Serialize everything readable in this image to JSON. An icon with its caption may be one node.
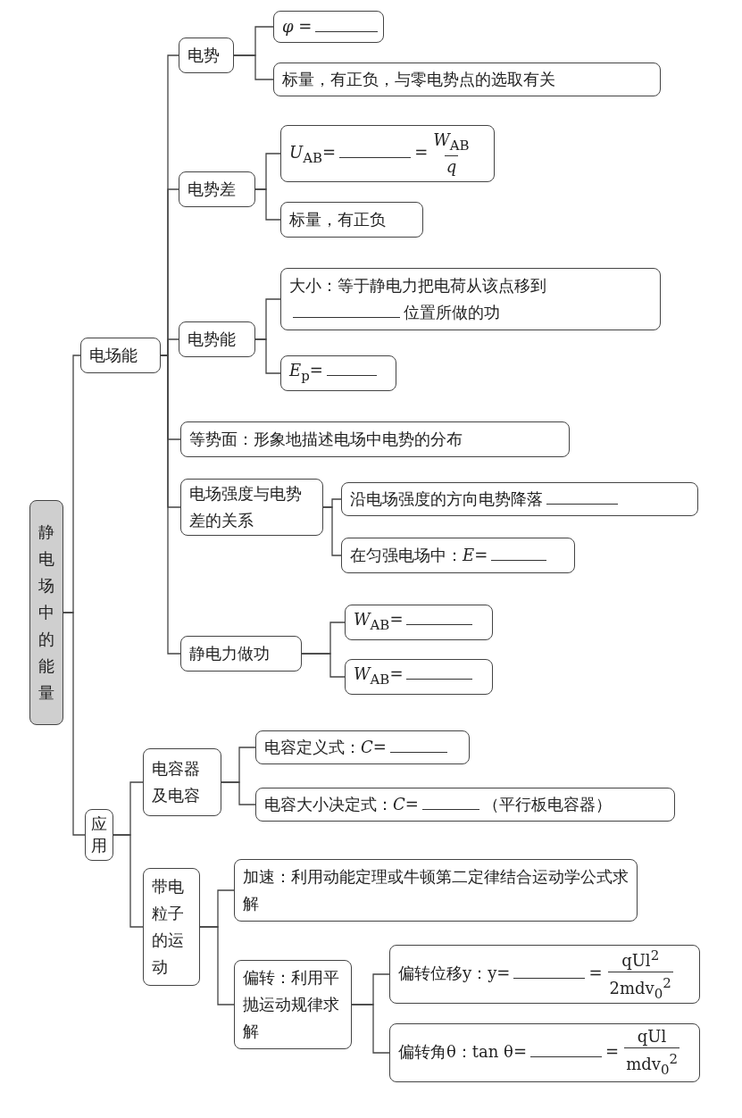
{
  "diagram": {
    "nodes": [
      {
        "text": [
          "静电场中的能量"
        ]
      },
      {
        "text": [
          "电场能"
        ]
      },
      {
        "text": [
          "电势"
        ]
      },
      {
        "text": [
          "*φ* ="
        ]
      },
      {
        "text": [
          "标量，有正负，与零电势点的选取有关"
        ]
      },
      {
        "text": [
          "电势差"
        ]
      },
      {
        "text": [
          "*U*$_{AB}$=",
          "=",
          "*W*$_{AB}$",
          "*q*"
        ]
      },
      {
        "text": [
          "标量，有正负"
        ]
      },
      {
        "text": [
          "电势能"
        ]
      },
      {
        "text": [
          "大小：等于静电力把电荷从该点移到",
          "位置所做的功"
        ]
      },
      {
        "text": [
          "*E*$_{p}$="
        ]
      },
      {
        "text": [
          "等势面：形象地描述电场中电势的分布"
        ]
      },
      {
        "text": [
          "电场强度与电势差的关系"
        ]
      },
      {
        "text": [
          "沿电场强度的方向电势降落"
        ]
      },
      {
        "text": [
          "在匀强电场中：*E*="
        ]
      },
      {
        "text": [
          "静电力做功"
        ]
      },
      {
        "text": [
          "*W*$_{AB}$="
        ]
      },
      {
        "text": [
          "*W*$_{AB}$="
        ]
      },
      {
        "text": [
          "应用"
        ]
      },
      {
        "text": [
          "电容器及电容"
        ]
      },
      {
        "text": [
          "电容定义式：*C*="
        ]
      },
      {
        "text": [
          "电容大小决定式：*C*=",
          "（平行板电容器）"
        ]
      },
      {
        "text": [
          "带电粒子的运动"
        ]
      },
      {
        "text": [
          "加速：利用动能定理或牛顿第二定律结合运动学公式求解"
        ]
      },
      {
        "text": [
          "偏转：利用平抛运动规律求解"
        ]
      },
      {
        "text": [
          "偏转位移y：y=",
          "=",
          "qUl$^{2}$",
          "2mdv$_{0}$$^{2}$"
        ]
      },
      {
        "text": [
          "偏转角θ：tan θ=",
          "=",
          "qUl",
          "mdv$_{0}$$^{2}$"
        ]
      }
    ],
    "edges": [
      {
        "from": 0,
        "to": 1,
        "arrow": "none"
      },
      {
        "from": 0,
        "to": 18,
        "arrow": "none"
      },
      {
        "from": 1,
        "to": 2,
        "arrow": "none"
      },
      {
        "from": 1,
        "to": 5,
        "arrow": "none"
      },
      {
        "from": 1,
        "to": 8,
        "arrow": "none"
      },
      {
        "from": 1,
        "to": 11,
        "arrow": "none"
      },
      {
        "from": 1,
        "to": 12,
        "arrow": "none"
      },
      {
        "from": 1,
        "to": 15,
        "arrow": "none"
      },
      {
        "from": 2,
        "to": 3,
        "arrow": "none"
      },
      {
        "from": 2,
        "to": 4,
        "arrow": "none"
      },
      {
        "from": 5,
        "to": 6,
        "arrow": "none"
      },
      {
        "from": 5,
        "to": 7,
        "arrow": "none"
      },
      {
        "from": 8,
        "to": 9,
        "arrow": "none"
      },
      {
        "from": 8,
        "to": 10,
        "arrow": "none"
      },
      {
        "from": 12,
        "to": 13,
        "arrow": "none"
      },
      {
        "from": 12,
        "to": 14,
        "arrow": "none"
      },
      {
        "from": 15,
        "to": 16,
        "arrow": "none"
      },
      {
        "from": 15,
        "to": 17,
        "arrow": "none"
      },
      {
        "from": 18,
        "to": 19,
        "arrow": "none"
      },
      {
        "from": 18,
        "to": 22,
        "arrow": "none"
      },
      {
        "from": 19,
        "to": 20,
        "arrow": "none"
      },
      {
        "from": 19,
        "to": 21,
        "arrow": "none"
      },
      {
        "from": 22,
        "to": 23,
        "arrow": "none"
      },
      {
        "from": 22,
        "to": 24,
        "arrow": "none"
      },
      {
        "from": 24,
        "to": 25,
        "arrow": "none"
      },
      {
        "from": 24,
        "to": 26,
        "arrow": "none"
      }
    ]
  }
}
